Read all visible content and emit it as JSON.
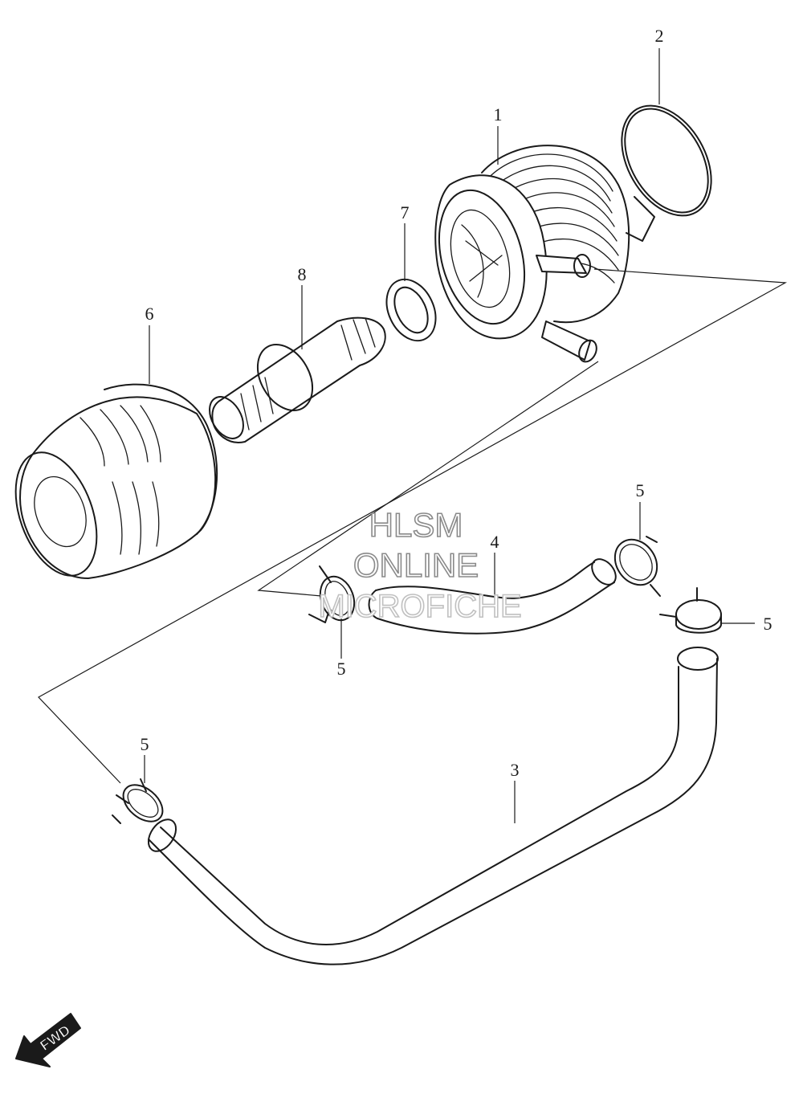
{
  "callouts": [
    {
      "id": "c1",
      "label": "1"
    },
    {
      "id": "c2",
      "label": "2"
    },
    {
      "id": "c3",
      "label": "3"
    },
    {
      "id": "c4",
      "label": "4"
    },
    {
      "id": "c5a",
      "label": "5"
    },
    {
      "id": "c5b",
      "label": "5"
    },
    {
      "id": "c5c",
      "label": "5"
    },
    {
      "id": "c5d",
      "label": "5"
    },
    {
      "id": "c6",
      "label": "6"
    },
    {
      "id": "c7",
      "label": "7"
    },
    {
      "id": "c8",
      "label": "8"
    }
  ],
  "watermark": {
    "line1": "HLSM",
    "line2": "ONLINE",
    "line3": "MICROFICHE"
  },
  "fwd_label": "FWD"
}
